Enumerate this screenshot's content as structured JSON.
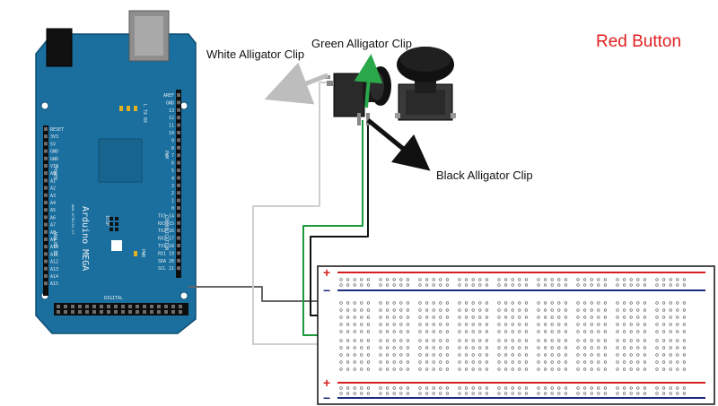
{
  "labels": {
    "title": "Red Button",
    "green_clip": "Green Alligator Clip",
    "white_clip": "White Alligator Clip",
    "black_clip": "Black Alligator Clip"
  },
  "board": {
    "name": "Arduino MEGA",
    "site": "www.arduino.cc",
    "pin_labels_left": [
      "RESET",
      "3V3",
      "5V",
      "GND",
      "GND",
      "VIN",
      "A0",
      "A1",
      "A2",
      "A3",
      "A4",
      "A5",
      "A6",
      "A7",
      "A8",
      "A9",
      "A10",
      "A11",
      "A12",
      "A13",
      "A14",
      "A15"
    ],
    "pin_labels_right": [
      "AREF",
      "GND",
      "13",
      "12",
      "11",
      "10",
      "9",
      "8",
      "7",
      "6",
      "5",
      "4",
      "3",
      "2",
      "1",
      "0",
      "TX3 14",
      "RX3 15",
      "TX2 16",
      "RX2 17",
      "TX1 18",
      "RX1 19",
      "SDA 20",
      "SCL 21"
    ],
    "section_labels": {
      "power": "POWER",
      "analog": "ANALOG IN",
      "pwm": "PWM",
      "comm": "COMMUNICATION",
      "digital": "DIGITAL",
      "icsp": "ICSP",
      "leds": "L TX RX",
      "pwr_led": "PWR"
    }
  },
  "breadboard": {
    "plus_symbol": "+",
    "minus_symbol": "−"
  },
  "colors": {
    "title": "#e02020",
    "board": "#1a6f9e",
    "board_dark": "#0f4e73",
    "wire_gray": "#666666",
    "wire_white": "#cfcfcf",
    "wire_black": "#111111",
    "wire_green": "#1a9a3a",
    "rail_red": "#d62020",
    "rail_blue": "#1d2a80",
    "arrow_gray": "#bdbdbd",
    "arrow_green": "#2aa84a"
  }
}
